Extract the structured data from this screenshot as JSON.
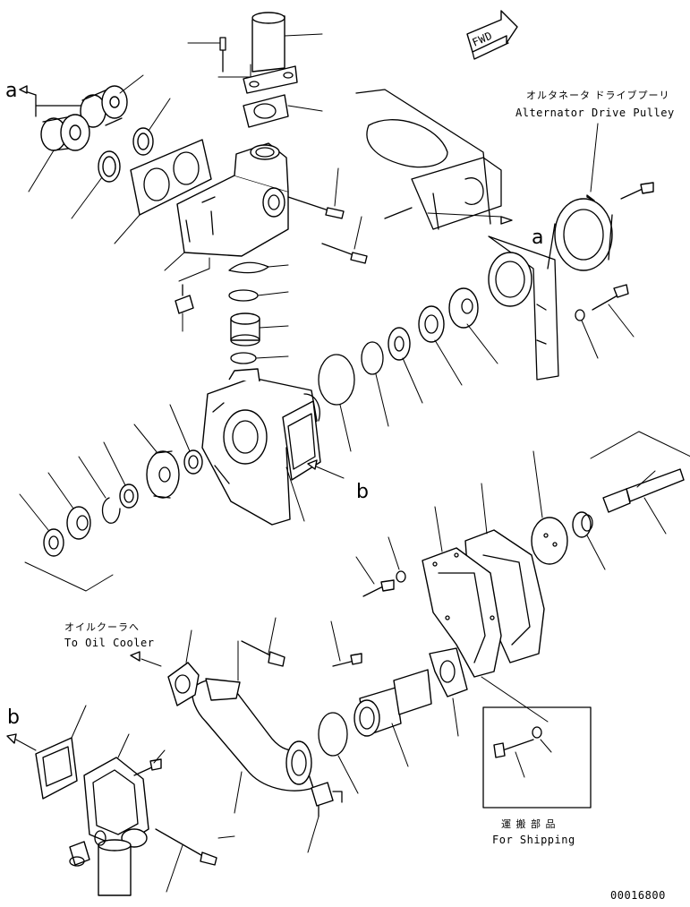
{
  "labels": {
    "alternator_jp": "オルタネータ ドライブプーリ",
    "alternator_en": "Alternator Drive Pulley",
    "oil_cooler_jp": "オイルクーラへ",
    "oil_cooler_en": "To Oil Cooler",
    "shipping_jp": "運 搬 部 品",
    "shipping_en": "For Shipping",
    "fwd": "FWD",
    "ref_a": "a",
    "ref_b": "b",
    "drawing_no": "00016800"
  }
}
